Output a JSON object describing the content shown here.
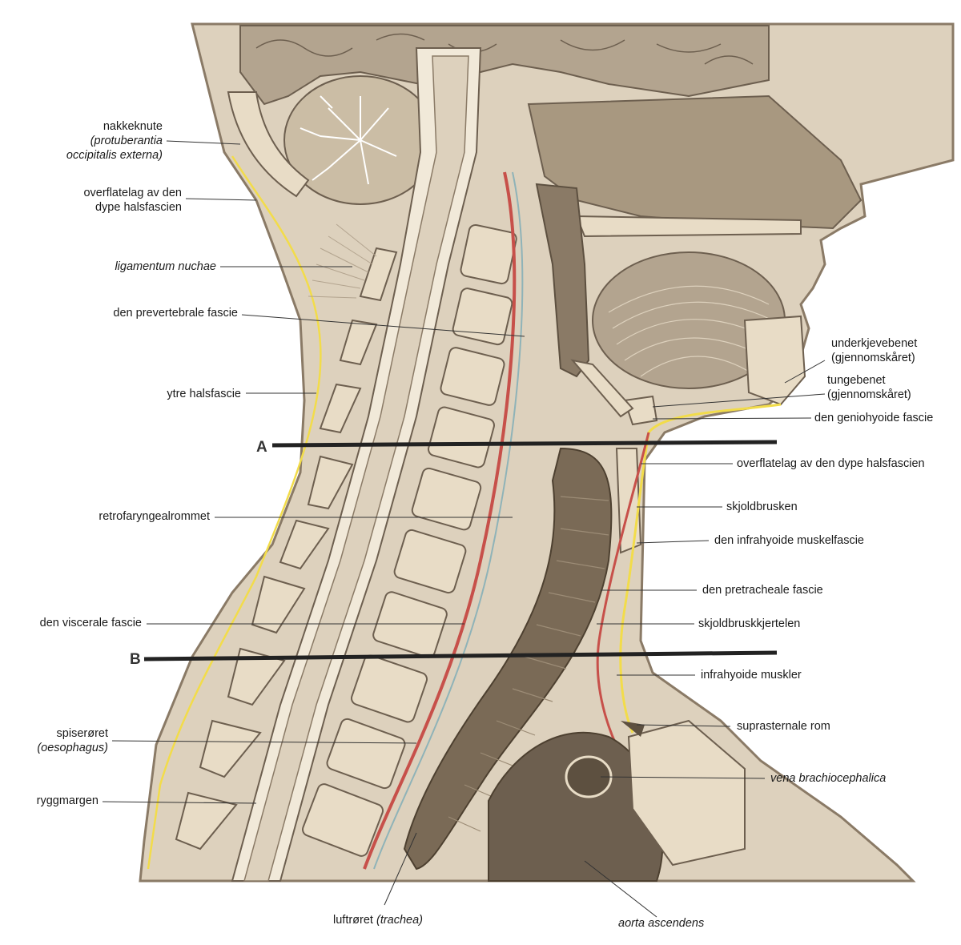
{
  "labels": {
    "nakkeknute_1": "nakkeknute",
    "nakkeknute_2": "(protuberantia",
    "nakkeknute_3": "occipitalis externa)",
    "overflatelag_l1": "overflatelag av den",
    "overflatelag_l2": "dype halsfascien",
    "ligamentum": "ligamentum nuchae",
    "prevertebrale": "den prevertebrale fascie",
    "ytre": "ytre halsfascie",
    "retrofaryngeal": "retrofaryngealrommet",
    "viscerale": "den viscerale fascie",
    "spiser_1": "spiserøret",
    "spiser_2": "(oesophagus)",
    "ryggmargen": "ryggmargen",
    "luft_1": "luftrøret",
    "luft_2": "(trachea)",
    "aorta": "aorta ascendens",
    "underkjeve_1": "underkjevebenet",
    "underkjeve_2": "(gjennomskåret)",
    "tunge_1": "tungebenet",
    "tunge_2": "(gjennomskåret)",
    "geniohyoide": "den geniohyoide fascie",
    "overflatelag_r": "overflatelag av den dype halsfascien",
    "skjoldbrusken": "skjoldbrusken",
    "infrahyoide_fascie": "den infrahyoide muskelfascie",
    "pretracheale": "den pretracheale fascie",
    "skjoldbruskkjertelen": "skjoldbruskkjertelen",
    "infrahyoide_muskler": "infrahyoide muskler",
    "suprasternale": "suprasternale rom",
    "vena": "vena brachiocephalica"
  },
  "sections": {
    "a": "A",
    "b": "B"
  },
  "colors": {
    "background": "#ffffff",
    "tissue_dark": "#8a7a66",
    "tissue_mid": "#b3a48f",
    "tissue_light": "#ddd1bd",
    "bone": "#e8dcc6",
    "fascia_yellow": "#f2dc4a",
    "vessel_red": "#c7504a",
    "leader_line": "#333333",
    "section_line": "#222222"
  }
}
